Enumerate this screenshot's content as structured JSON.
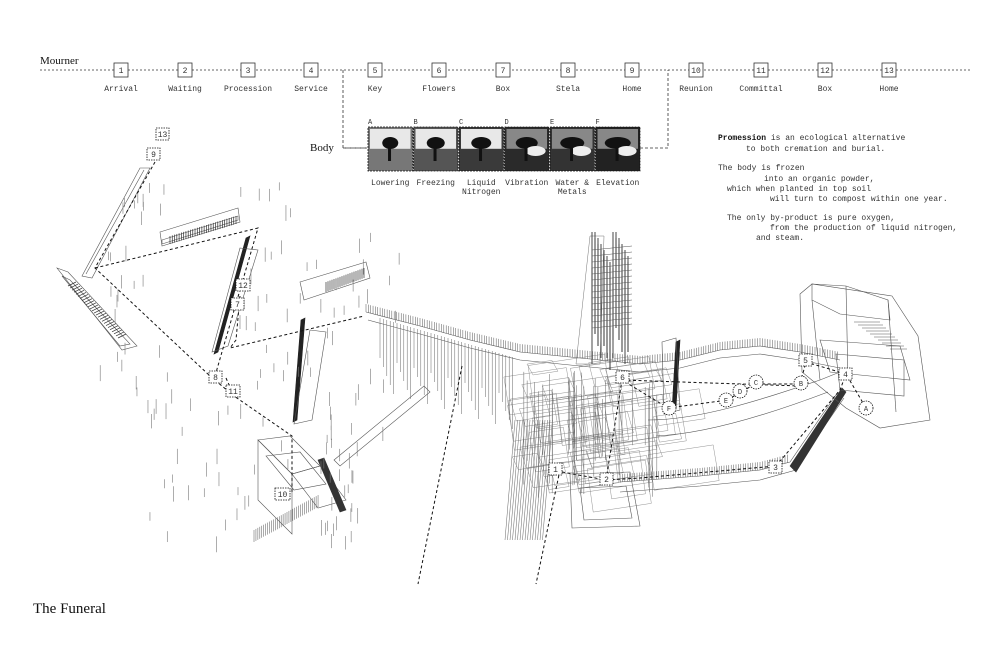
{
  "title": "The Funeral",
  "mourner_label": "Mourner",
  "body_label": "Body",
  "mourner_steps": [
    {
      "num": "1",
      "label": "Arrival"
    },
    {
      "num": "2",
      "label": "Waiting"
    },
    {
      "num": "3",
      "label": "Procession"
    },
    {
      "num": "4",
      "label": "Service"
    },
    {
      "num": "5",
      "label": "Key"
    },
    {
      "num": "6",
      "label": "Flowers"
    },
    {
      "num": "7",
      "label": "Box"
    },
    {
      "num": "8",
      "label": "Stela"
    },
    {
      "num": "9",
      "label": "Home"
    },
    {
      "num": "10",
      "label": "Reunion"
    },
    {
      "num": "11",
      "label": "Committal"
    },
    {
      "num": "12",
      "label": "Box"
    },
    {
      "num": "13",
      "label": "Home"
    }
  ],
  "body_steps": [
    {
      "letter": "A",
      "label_lines": [
        "Lowering"
      ]
    },
    {
      "letter": "B",
      "label_lines": [
        "Freezing"
      ]
    },
    {
      "letter": "C",
      "label_lines": [
        "Liquid",
        "Nitrogen"
      ]
    },
    {
      "letter": "D",
      "label_lines": [
        "Vibration"
      ]
    },
    {
      "letter": "E",
      "label_lines": [
        "Water &",
        "Metals"
      ]
    },
    {
      "letter": "F",
      "label_lines": [
        "Elevation"
      ]
    }
  ],
  "description": {
    "bold_term": "Promession",
    "line1_rest": " is an ecological alternative",
    "lines": [
      "to both cremation and burial.",
      "The body is frozen",
      "into an organic powder,",
      "which when planted in top soil",
      "will turn to compost within one year.",
      "The only by-product is pure oxygen,",
      "from the production of liquid nitrogen,",
      "and steam."
    ]
  },
  "plan_markers_square": [
    "13",
    "9",
    "12",
    "7",
    "8",
    "11",
    "10",
    "6",
    "5",
    "4",
    "3",
    "1",
    "2"
  ],
  "plan_markers_circle": [
    "F",
    "E",
    "D",
    "C",
    "B",
    "A"
  ]
}
